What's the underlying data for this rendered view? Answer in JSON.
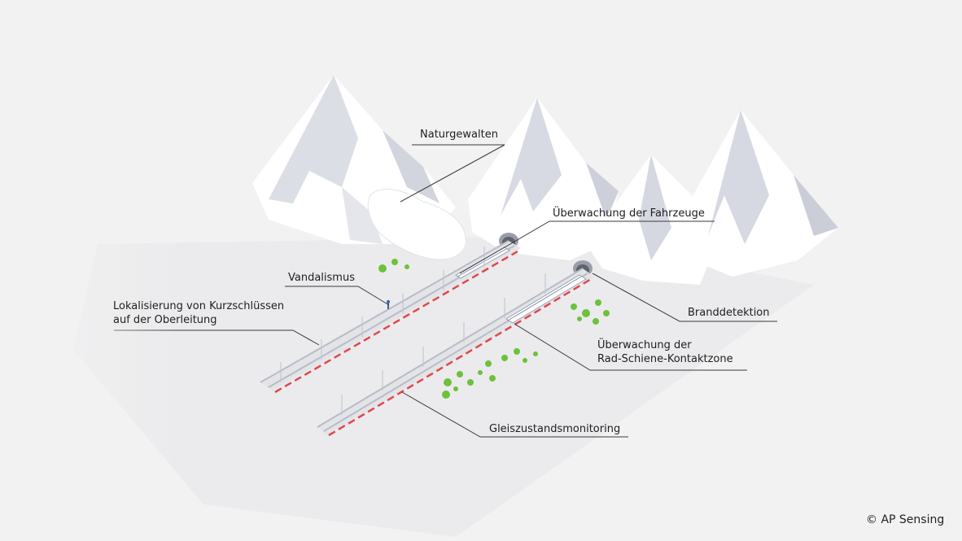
{
  "labels": {
    "naturgewalten": "Naturgewalten",
    "fahrzeuge": "Überwachung der Fahrzeuge",
    "vandalismus": "Vandalismus",
    "kurzschluss_line1": "Lokalisierung von Kurzschlüssen",
    "kurzschluss_line2": "auf der Oberleitung",
    "branddetektion": "Branddetektion",
    "kontaktzone_line1": "Überwachung der",
    "kontaktzone_line2": "Rad-Schiene-Kontaktzone",
    "gleiszustand": "Gleiszustandsmonitoring"
  },
  "copyright": "© AP Sensing",
  "colors": {
    "background": "#f2f2f2",
    "snow": "#ffffff",
    "rock_shade": "#d9dbe3",
    "rock_dark": "#c5c8d3",
    "cable": "#e14848",
    "rail": "#b9bcc6",
    "tree": "#6cc23a",
    "leader_line": "#3a3a3a"
  }
}
